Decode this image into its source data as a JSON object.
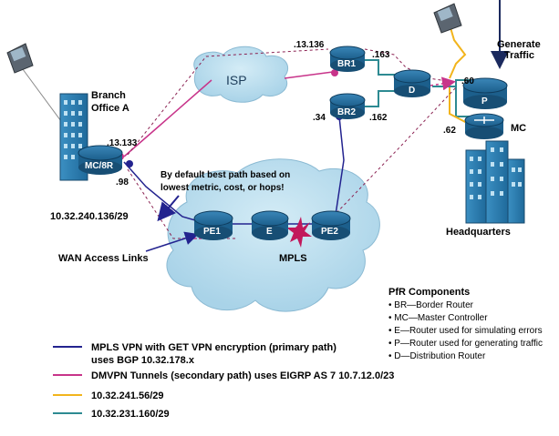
{
  "labels": {
    "branch_office": [
      "Branch",
      "Office A"
    ],
    "headquarters": "Headquarters",
    "generate_traffic": [
      "Generate",
      "Traffic"
    ],
    "isp": "ISP",
    "mpls": "MPLS",
    "wan_access": "WAN Access Links",
    "note": [
      "By default best path based on",
      "lowest metric, cost, or hops!"
    ],
    "branch_subnet": "10.32.240.136/29",
    "mc_label": "MC"
  },
  "routers": {
    "mc8r": "MC/8R",
    "br1": "BR1",
    "br2": "BR2",
    "d": "D",
    "p": "P",
    "pe1": "PE1",
    "e": "E",
    "pe2": "PE2"
  },
  "addresses": {
    "br1_left": ".13.136",
    "br1_right": ".163",
    "br2_left": ".34",
    "br2_right": ".162",
    "p_left": ".60",
    "mc_left": ".62",
    "branch_133": ".13.133",
    "branch_98": ".98"
  },
  "components": {
    "title": "PfR Components",
    "items": [
      "BR—Border Router",
      "MC—Master Controller",
      "E—Router used for simulating errors",
      "P—Router used for generating traffic",
      "D—Distribution Router"
    ]
  },
  "legend": [
    {
      "color": "#23238f",
      "lines": [
        "MPLS VPN with GET VPN encryption (primary path)",
        "uses BGP 10.32.178.x"
      ]
    },
    {
      "color": "#c8348a",
      "lines": [
        "DMVPN Tunnels (secondary path) uses EIGRP AS 7 10.7.12.0/23"
      ]
    },
    {
      "color": "#f2b41c",
      "lines": [
        "10.32.241.56/29"
      ]
    },
    {
      "color": "#2d8a92",
      "lines": [
        "10.32.231.160/29"
      ]
    }
  ]
}
